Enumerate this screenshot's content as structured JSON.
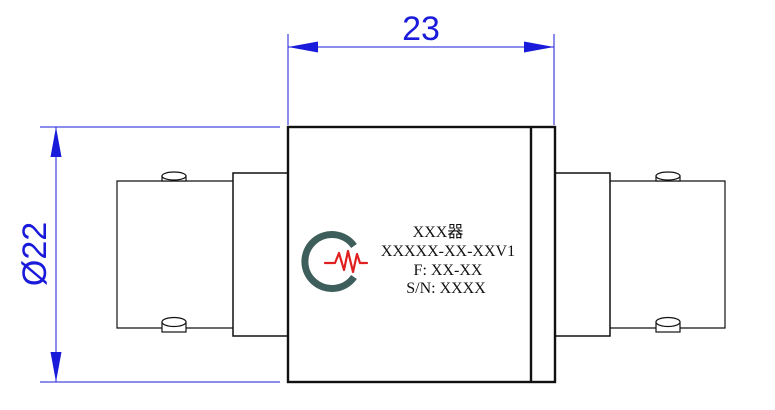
{
  "dimensions": {
    "width_label": "23",
    "diameter_label": "Ø22"
  },
  "label": {
    "line1": "XXX器",
    "line2": "XXXXX-XX-XXV1",
    "line3": "F: XX-XX",
    "line4": "S/N: XXXX"
  },
  "colors": {
    "dimension": "#1a1adb",
    "outline": "#111111",
    "logo_gray": "#3d5e5a",
    "logo_red": "#e02020"
  },
  "icons": {
    "logo": "company-logo-icon"
  }
}
